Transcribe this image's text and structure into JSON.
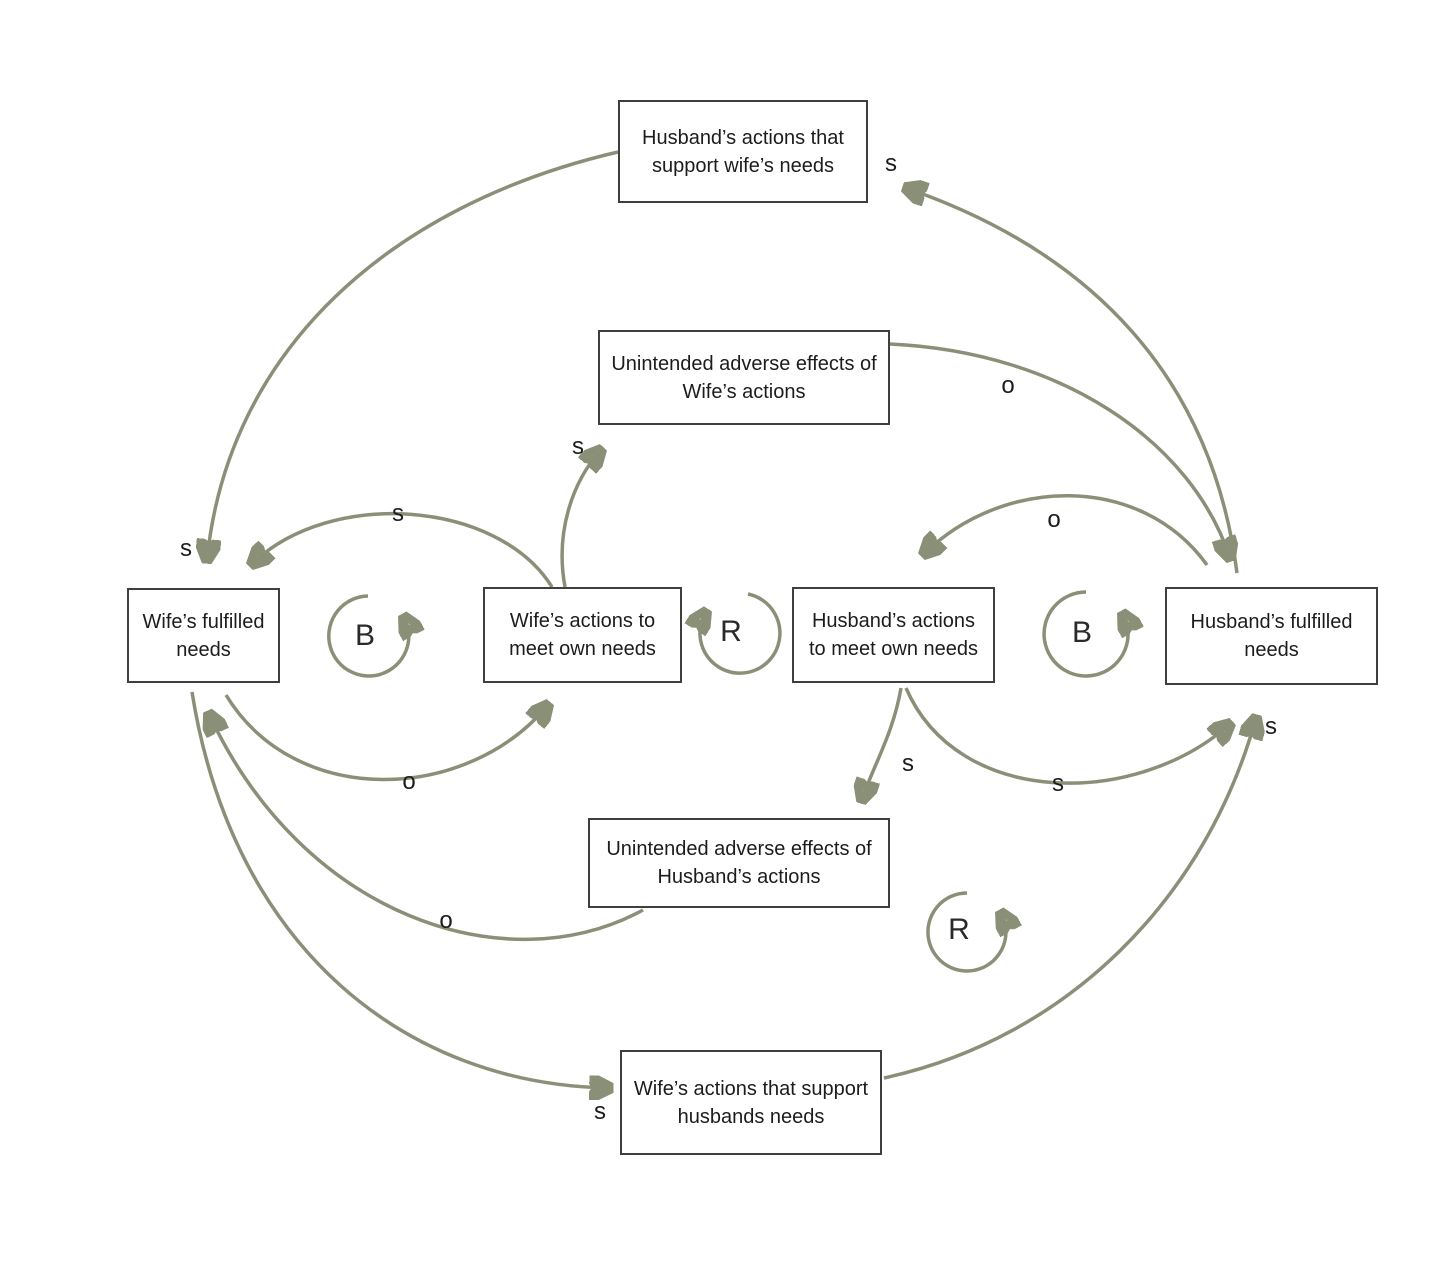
{
  "colors": {
    "background": "#ffffff",
    "arrow": "#8a9077",
    "box_border": "#3f3f3f",
    "text": "#1c1c1c"
  },
  "nodes": [
    {
      "id": "husband-support",
      "label": "Husband’s actions that support wife’s needs"
    },
    {
      "id": "adverse-wife",
      "label": "Unintended adverse effects of Wife’s actions"
    },
    {
      "id": "wife-fulfilled",
      "label": "Wife’s fulfilled needs"
    },
    {
      "id": "wife-actions",
      "label": "Wife’s actions to meet own needs"
    },
    {
      "id": "husband-actions",
      "label": "Husband’s actions to meet own needs"
    },
    {
      "id": "husband-fulfilled",
      "label": "Husband’s fulfilled needs"
    },
    {
      "id": "adverse-husband",
      "label": "Unintended adverse effects of Husband’s actions"
    },
    {
      "id": "wife-support",
      "label": "Wife’s actions that support husbands needs"
    }
  ],
  "loop_labels": [
    {
      "id": "loop-b-wife",
      "label": "B"
    },
    {
      "id": "loop-r-center",
      "label": "R"
    },
    {
      "id": "loop-b-husband",
      "label": "B"
    },
    {
      "id": "loop-r-bottom",
      "label": "R"
    }
  ],
  "edge_labels": [
    {
      "edge": "husband-support-to-wife-fulfilled",
      "letter": "s"
    },
    {
      "edge": "husband-fulfilled-to-husband-support",
      "letter": "s"
    },
    {
      "edge": "adverse-wife-to-husband-fulfilled",
      "letter": "o"
    },
    {
      "edge": "husband-fulfilled-to-husband-actions",
      "letter": "o"
    },
    {
      "edge": "wife-actions-to-wife-fulfilled",
      "letter": "s"
    },
    {
      "edge": "wife-actions-to-adverse-wife",
      "letter": "s"
    },
    {
      "edge": "wife-fulfilled-to-wife-actions",
      "letter": "o"
    },
    {
      "edge": "adverse-husband-to-wife-fulfilled",
      "letter": "o"
    },
    {
      "edge": "wife-fulfilled-to-wife-support",
      "letter": "s"
    },
    {
      "edge": "wife-support-to-husband-fulfilled",
      "letter": "s"
    },
    {
      "edge": "husband-actions-to-adverse-husband",
      "letter": "s"
    },
    {
      "edge": "husband-actions-to-husband-fulfilled",
      "letter": "s"
    }
  ]
}
